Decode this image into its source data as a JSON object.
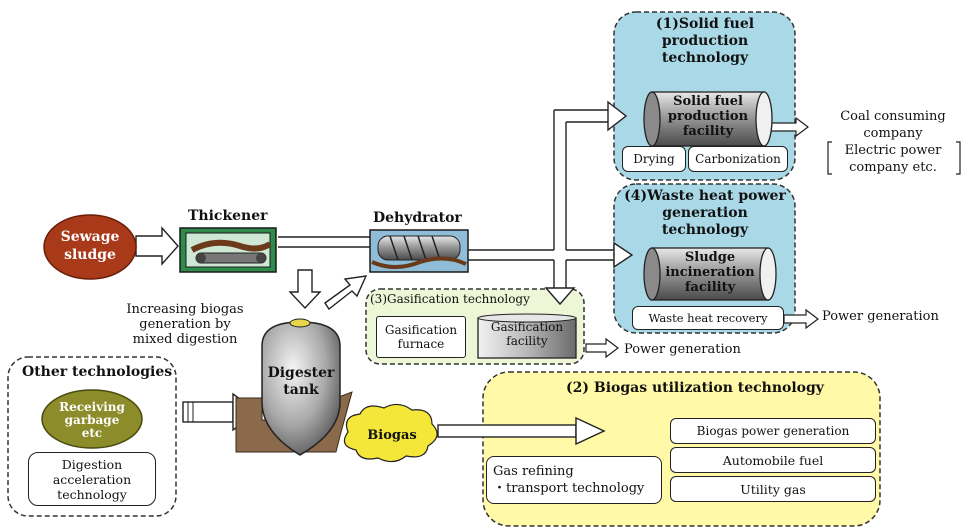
{
  "sewage_sludge": "Sewage\nsludge",
  "thickener": "Thickener",
  "dehydrator": "Dehydrator",
  "mixed_digestion_note": "Increasing biogas\ngeneration by\nmixed digestion",
  "digester_tank": "Digester\ntank",
  "biogas": "Biogas",
  "solid_fuel": {
    "title": "(1)Solid fuel\nproduction\ntechnology",
    "facility": "Solid fuel\nproduction\nfacility",
    "drying": "Drying",
    "carbonization": "Carbonization",
    "destination": "Coal consuming\ncompany\nElectric power\ncompany etc."
  },
  "waste_heat": {
    "title": "(4)Waste heat power\ngeneration\ntechnology",
    "facility": "Sludge\nincineration\nfacility",
    "recovery": "Waste heat recovery",
    "output": "Power generation"
  },
  "gasification": {
    "title": "(3)Gasification technology",
    "furnace": "Gasification\nfurnace",
    "facility": "Gasification\nfacility",
    "output": "Power generation"
  },
  "biogas_util": {
    "title": "(2) Biogas utilization technology",
    "refining": "Gas refining\n・transport technology",
    "power": "Biogas power generation",
    "auto_fuel": "Automobile fuel",
    "utility_gas": "Utility gas"
  },
  "other": {
    "title": "Other technologies",
    "garbage": "Receiving\ngarbage\netc",
    "acceleration": "Digestion\nacceleration\ntechnology"
  },
  "colors": {
    "sludge": "#a83a1a",
    "blue_panel": "#a9d8e6",
    "yellow_panel": "#fff9a8",
    "green_panel": "#eef6d8",
    "garbage": "#8c8c2a"
  }
}
